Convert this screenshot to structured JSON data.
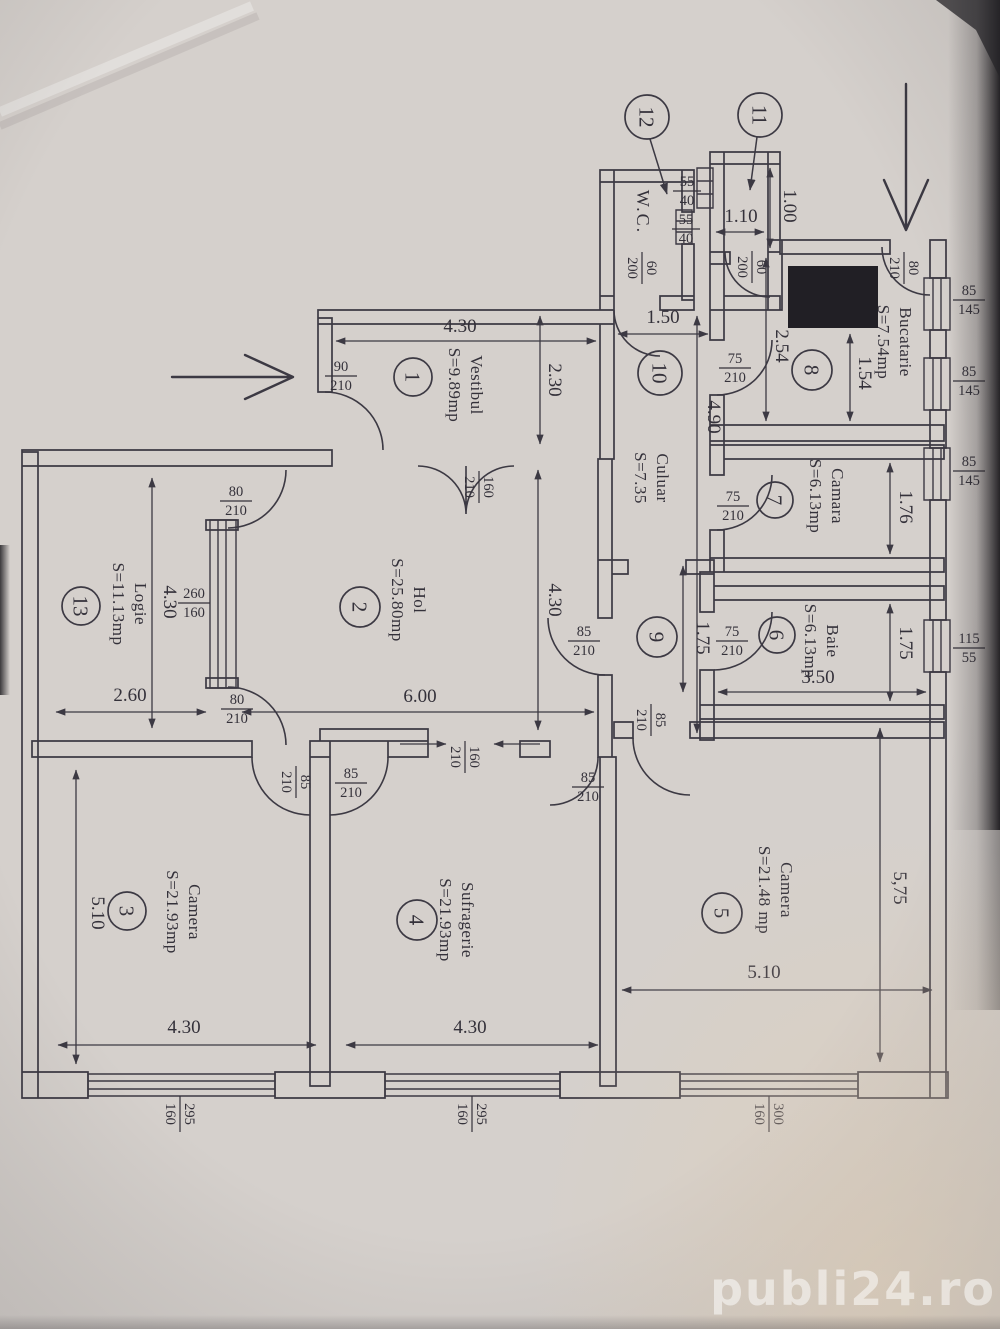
{
  "photo": {
    "watermark": "publi24.ro"
  },
  "rooms": {
    "vestibul": {
      "num": "1",
      "name": "Vestibul",
      "area": "S=9.89mp"
    },
    "hol": {
      "num": "2",
      "name": "Hol",
      "area": "S=25.80mp"
    },
    "camera3": {
      "num": "3",
      "name": "Camera",
      "area": "S=21.93mp"
    },
    "sufragerie": {
      "num": "4",
      "name": "Sufragerie",
      "area": "S=21.93mp"
    },
    "camera5": {
      "num": "5",
      "name": "Camera",
      "area": "S=21.48 mp"
    },
    "baie": {
      "num": "6",
      "name": "Baie",
      "area": "S=6.13mp"
    },
    "camara": {
      "num": "7",
      "name": "Camara",
      "area": "S=6.13mp"
    },
    "bucatarie": {
      "num": "8",
      "name": "Bucatarie",
      "area": "S=7.54mp"
    },
    "hol9": {
      "num": "9"
    },
    "culuar": {
      "num": "10",
      "name": "Culuar",
      "area": "S=7.35"
    },
    "anexa11": {
      "num": "11"
    },
    "wc": {
      "num": "12",
      "name": "W.C."
    },
    "logie": {
      "num": "13",
      "name": "Logie",
      "area": "S=11.13mp"
    }
  },
  "dims": {
    "v430": "4.30",
    "v230": "2.30",
    "c150": "1.50",
    "c490": "4.90",
    "b254": "2.54",
    "b154": "1.54",
    "r110": "1.10",
    "r100": "1.00",
    "cam176": "1.76",
    "ba175": "1.75",
    "ba350": "3.50",
    "h175": "1.75",
    "hol600": "6.00",
    "hol430": "4.30",
    "log430": "4.30",
    "log260": "2.60",
    "c3_510": "5.10",
    "c3_430": "4.30",
    "suf430": "4.30",
    "c5_575": "5,75",
    "c5_510": "5.10"
  },
  "labels": {
    "f_entry": {
      "t": "90",
      "b": "210"
    },
    "f_dbl": {
      "t": "160",
      "b": "210"
    },
    "f_pass": {
      "t": "160",
      "b": "210"
    },
    "f_wc": {
      "t": "60",
      "b": "200"
    },
    "f_r11": {
      "t": "60",
      "b": "200"
    },
    "f_buc": {
      "t": "80",
      "b": "210"
    },
    "f_buc75": {
      "t": "75",
      "b": "210"
    },
    "f_cam75": {
      "t": "75",
      "b": "210"
    },
    "f_baie75": {
      "t": "75",
      "b": "210"
    },
    "f_hol85": {
      "t": "85",
      "b": "210"
    },
    "f_c5_85": {
      "t": "85",
      "b": "210"
    },
    "f_suf85": {
      "t": "85",
      "b": "210"
    },
    "f_c3_85": {
      "t": "85",
      "b": "210"
    },
    "f_suf85b": {
      "t": "85",
      "b": "210"
    },
    "f_log80a": {
      "t": "80",
      "b": "210"
    },
    "f_log80b": {
      "t": "80",
      "b": "210"
    },
    "f_glz": {
      "t": "260",
      "b": "160"
    },
    "f_w55a": {
      "t": "55",
      "b": "40"
    },
    "f_w55b": {
      "t": "55",
      "b": "40"
    },
    "f_w85a": {
      "t": "85",
      "b": "145"
    },
    "f_w85b": {
      "t": "85",
      "b": "145"
    },
    "f_w85c": {
      "t": "85",
      "b": "145"
    },
    "f_w115": {
      "t": "115",
      "b": "55"
    },
    "f_w295a": {
      "t": "295",
      "b": "160"
    },
    "f_w295b": {
      "t": "295",
      "b": "160"
    },
    "f_w300": {
      "t": "300",
      "b": "160"
    }
  }
}
